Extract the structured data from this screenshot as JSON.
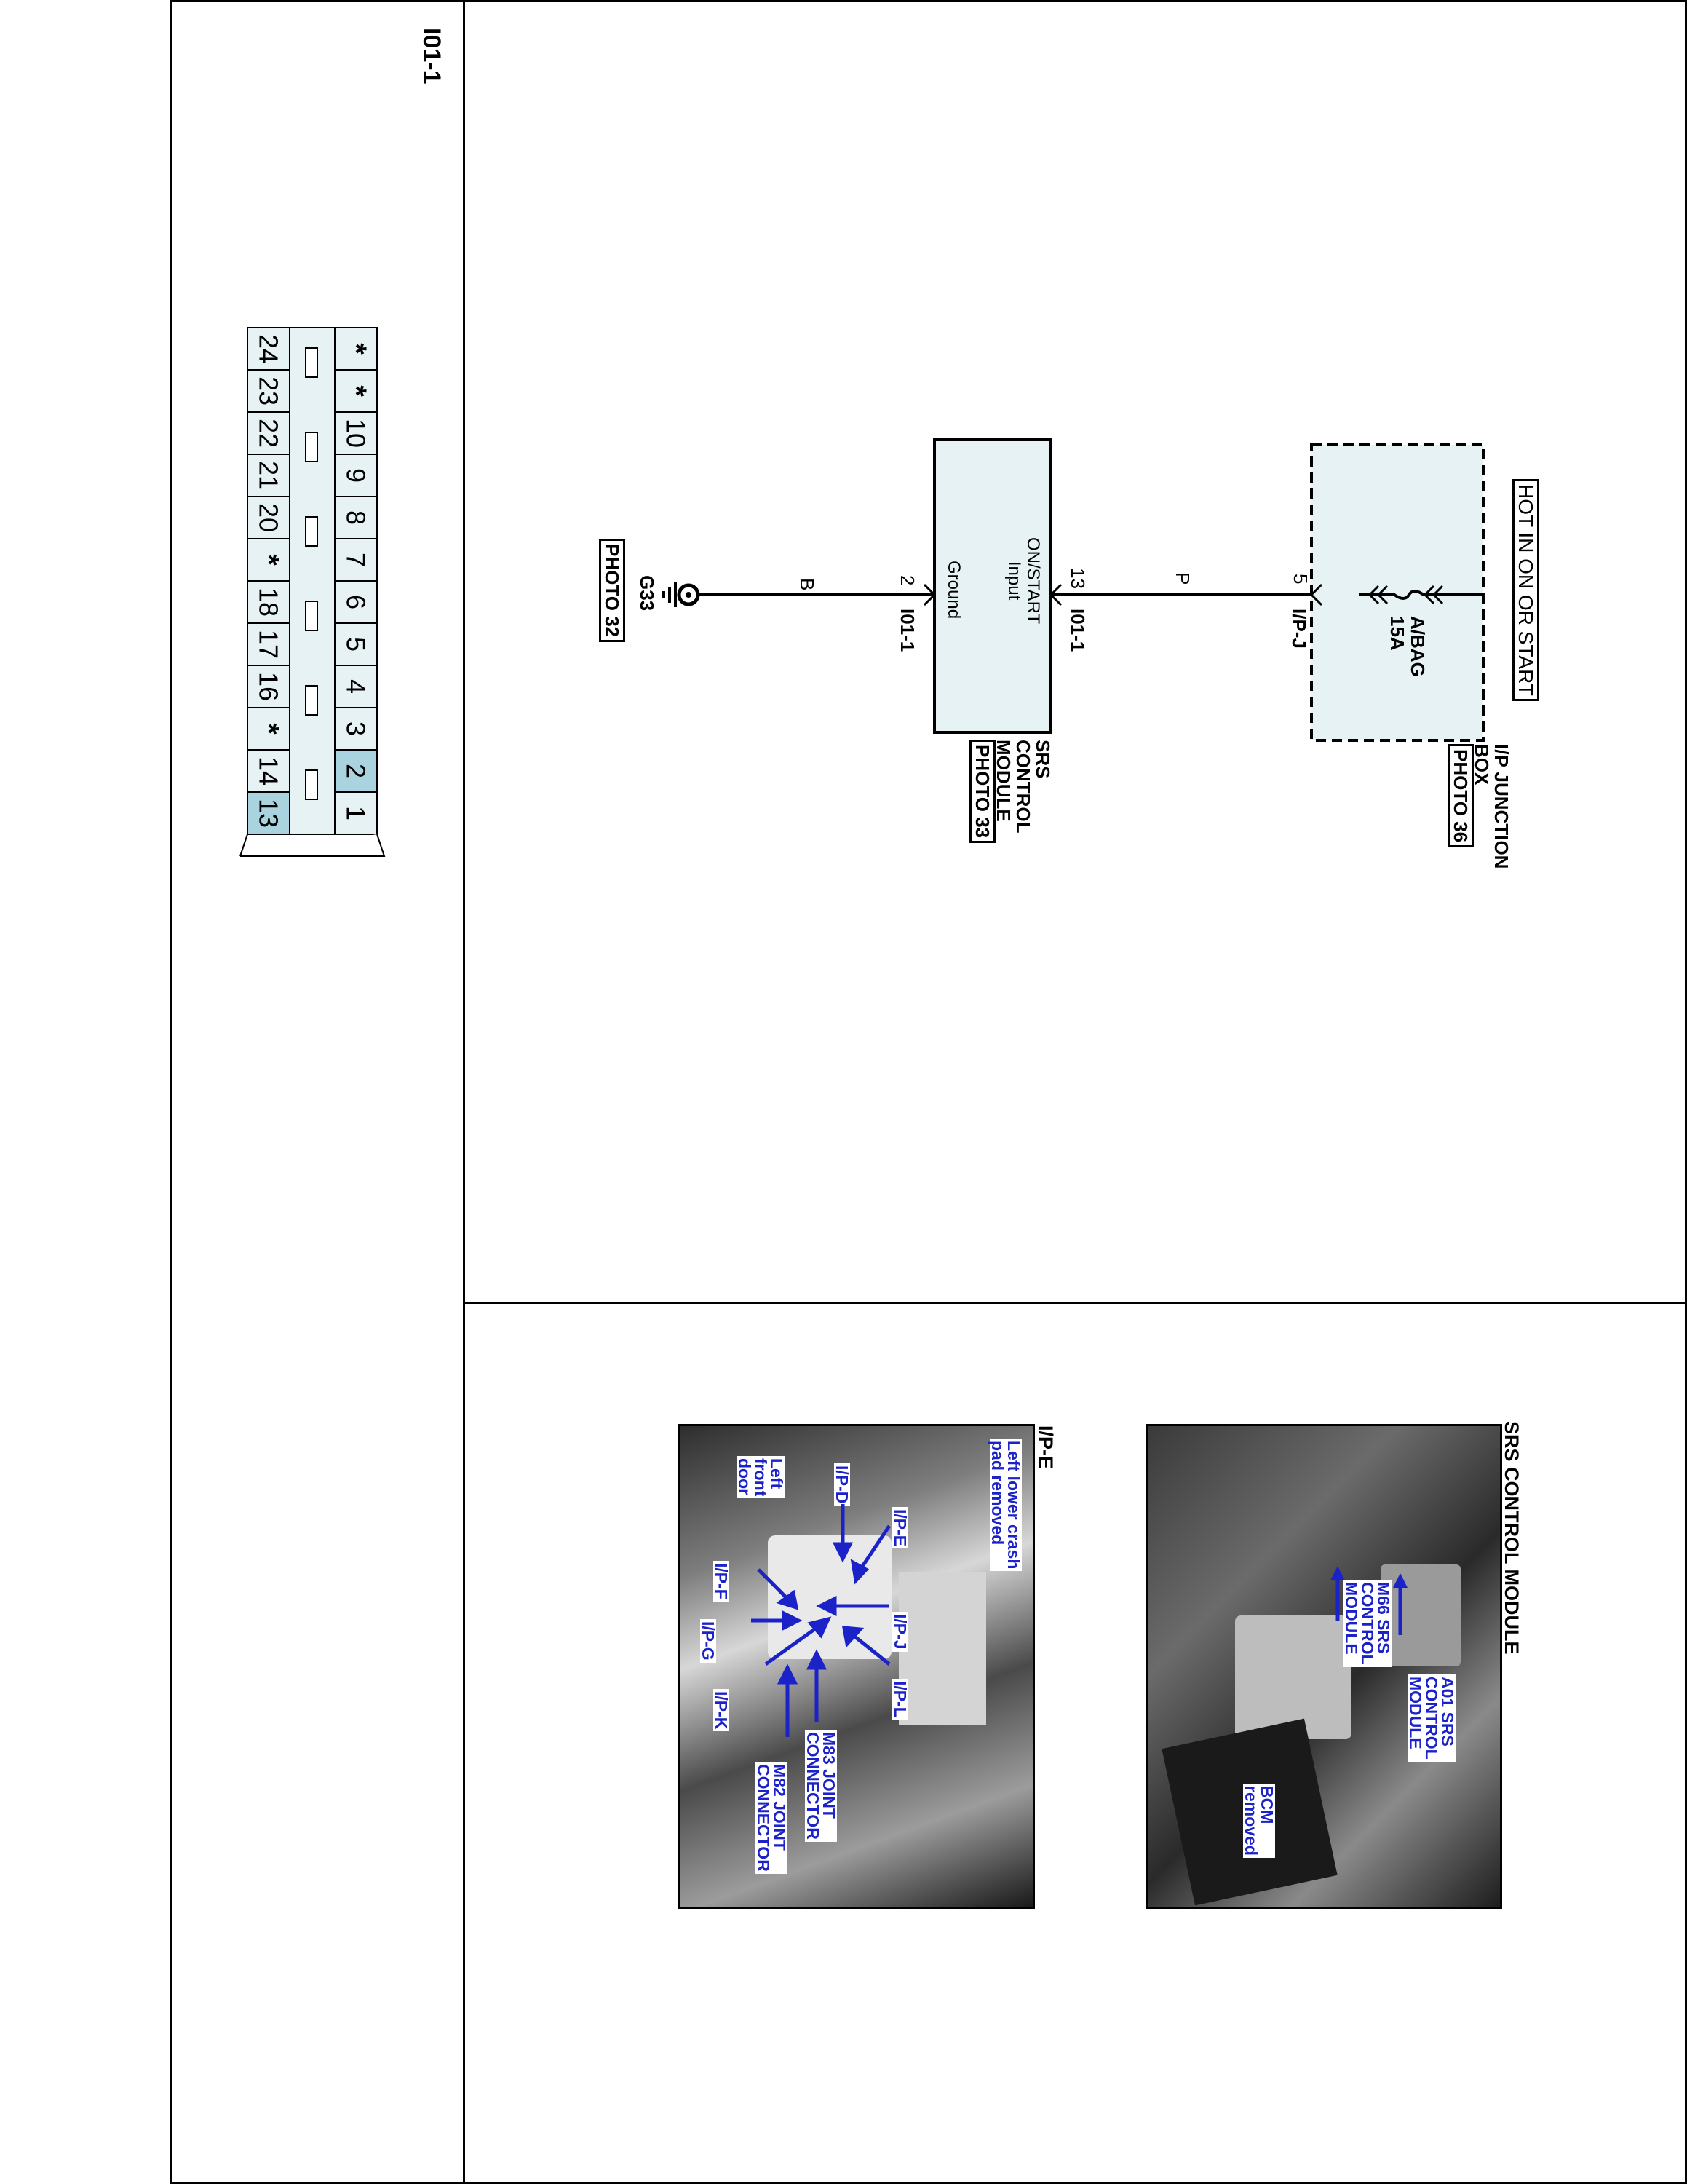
{
  "connector": {
    "id": "I01-1",
    "top_row": [
      "*",
      "*",
      "10",
      "9",
      "8",
      "7",
      "6",
      "5",
      "4",
      "3",
      "2",
      "1"
    ],
    "bottom_row": [
      "24",
      "23",
      "22",
      "21",
      "20",
      "*",
      "18",
      "17",
      "16",
      "*",
      "14",
      "13"
    ]
  },
  "schematic": {
    "power_header": "HOT IN ON OR START",
    "fuse_name": "A/BAG",
    "fuse_rating": "15A",
    "junction_pin": "5",
    "junction_connector": "I/P-J",
    "junction_box_label_line1": "I/P JUNCTION",
    "junction_box_label_line2": "BOX",
    "junction_box_photo": "PHOTO 36",
    "wire_top_color": "P",
    "module_pin_in": "13",
    "module_connector_in": "I01-1",
    "module_input_line1": "ON/START",
    "module_input_line2": "Input",
    "module_ground_label": "Ground",
    "module_pin_gnd": "2",
    "module_connector_gnd": "I01-1",
    "module_label_line1": "SRS",
    "module_label_line2": "CONTROL",
    "module_label_line3": "MODULE",
    "module_photo": "PHOTO 33",
    "wire_gnd_color": "B",
    "ground_id": "G33",
    "ground_photo": "PHOTO 32"
  },
  "photos": {
    "srs": {
      "title": "SRS CONTROL MODULE",
      "callout_a01": "A01 SRS\nCONTROL\nMODULE",
      "callout_m66": "M66 SRS\nCONTROL\nMODULE",
      "callout_bcm": "BCM\nremoved"
    },
    "ipe": {
      "title": "I/P-E",
      "callout_crash": "Left lower crash\npad removed",
      "callout_ipd": "I/P-D",
      "callout_ipe": "I/P-E",
      "callout_door": "Left\nfront\ndoor",
      "callout_ipj": "I/P-J",
      "callout_ipf": "I/P-F",
      "callout_ipg": "I/P-G",
      "callout_ipl": "I/P-L",
      "callout_ipk": "I/P-K",
      "callout_m83": "M83 JOINT\nCONNECTOR",
      "callout_m82": "M82 JOINT\nCONNECTOR"
    }
  },
  "colors": {
    "junction_fill": "#e6f2f4",
    "highlight_pin": "#a8d3df",
    "callout_text": "#1a22c8"
  }
}
